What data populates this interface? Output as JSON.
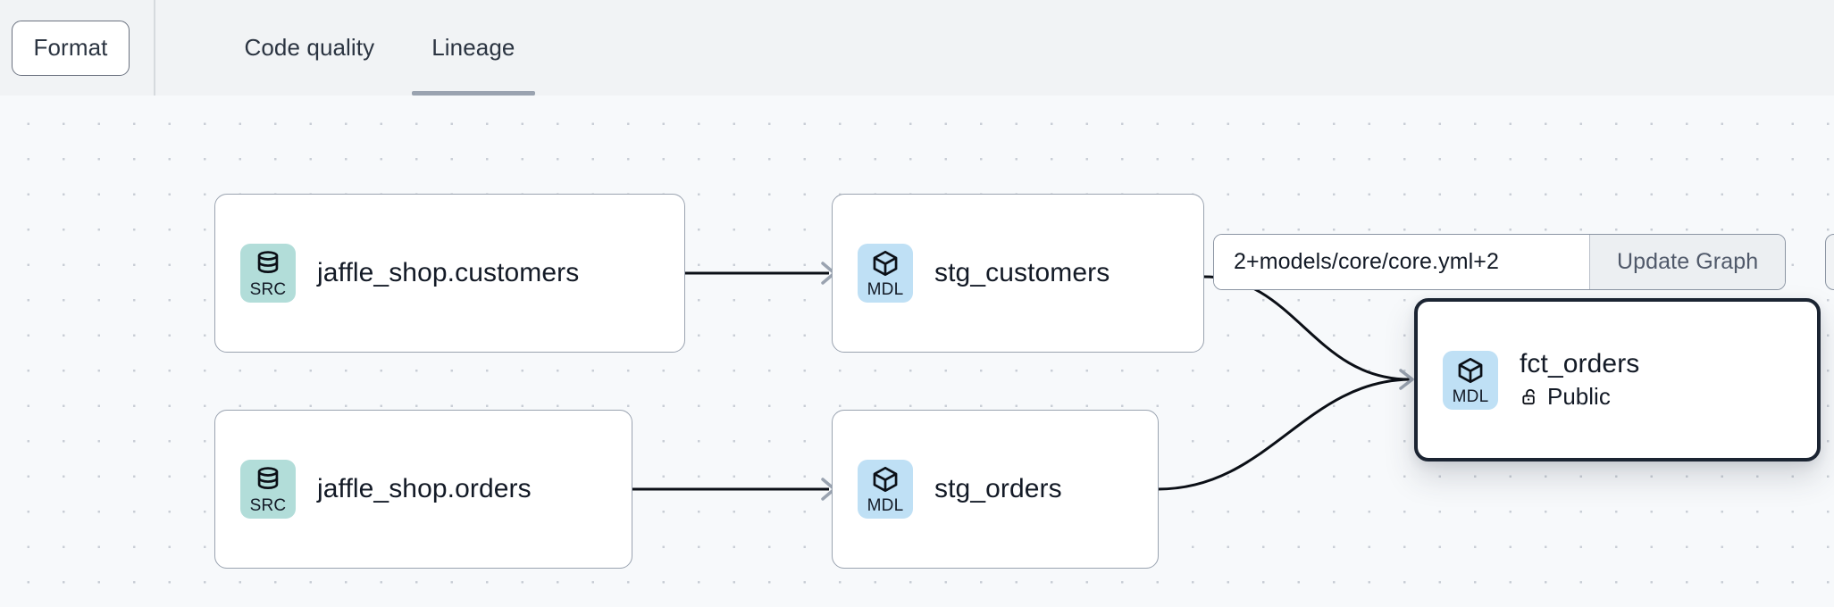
{
  "toolbar": {
    "format_label": "Format",
    "tabs": [
      {
        "label": "Code quality",
        "active": false
      },
      {
        "label": "Lineage",
        "active": true
      }
    ]
  },
  "graph_control": {
    "selector_value": "2+models/core/core.yml+2",
    "selector_placeholder": "",
    "update_graph_label": "Update Graph"
  },
  "lineage": {
    "nodes": [
      {
        "id": "jaffle_shop_customers",
        "title": "jaffle_shop.customers",
        "badge": "SRC",
        "badge_type": "src",
        "icon": "database-icon",
        "selected": false,
        "subtitle": null
      },
      {
        "id": "stg_customers",
        "title": "stg_customers",
        "badge": "MDL",
        "badge_type": "mdl",
        "icon": "cube-icon",
        "selected": false,
        "subtitle": null
      },
      {
        "id": "jaffle_shop_orders",
        "title": "jaffle_shop.orders",
        "badge": "SRC",
        "badge_type": "src",
        "icon": "database-icon",
        "selected": false,
        "subtitle": null
      },
      {
        "id": "stg_orders",
        "title": "stg_orders",
        "badge": "MDL",
        "badge_type": "mdl",
        "icon": "cube-icon",
        "selected": false,
        "subtitle": null
      },
      {
        "id": "fct_orders",
        "title": "fct_orders",
        "badge": "MDL",
        "badge_type": "mdl",
        "icon": "cube-icon",
        "selected": true,
        "subtitle": "Public",
        "subtitle_icon": "unlock-icon"
      }
    ],
    "edges": [
      {
        "from": "jaffle_shop_customers",
        "to": "stg_customers",
        "style": "straight"
      },
      {
        "from": "jaffle_shop_orders",
        "to": "stg_orders",
        "style": "straight"
      },
      {
        "from": "stg_customers",
        "to": "fct_orders",
        "style": "curve"
      },
      {
        "from": "stg_orders",
        "to": "fct_orders",
        "style": "curve"
      }
    ]
  },
  "colors": {
    "src_badge": "#b2ddd9",
    "mdl_badge": "#bfe0f5",
    "canvas_bg": "#f7f9fb",
    "toolbar_bg": "#f1f3f5",
    "node_border": "#9aa3b0",
    "selected_border": "#1b2432",
    "active_tab_underline": "#9aa3b0",
    "text": "#131a26"
  }
}
